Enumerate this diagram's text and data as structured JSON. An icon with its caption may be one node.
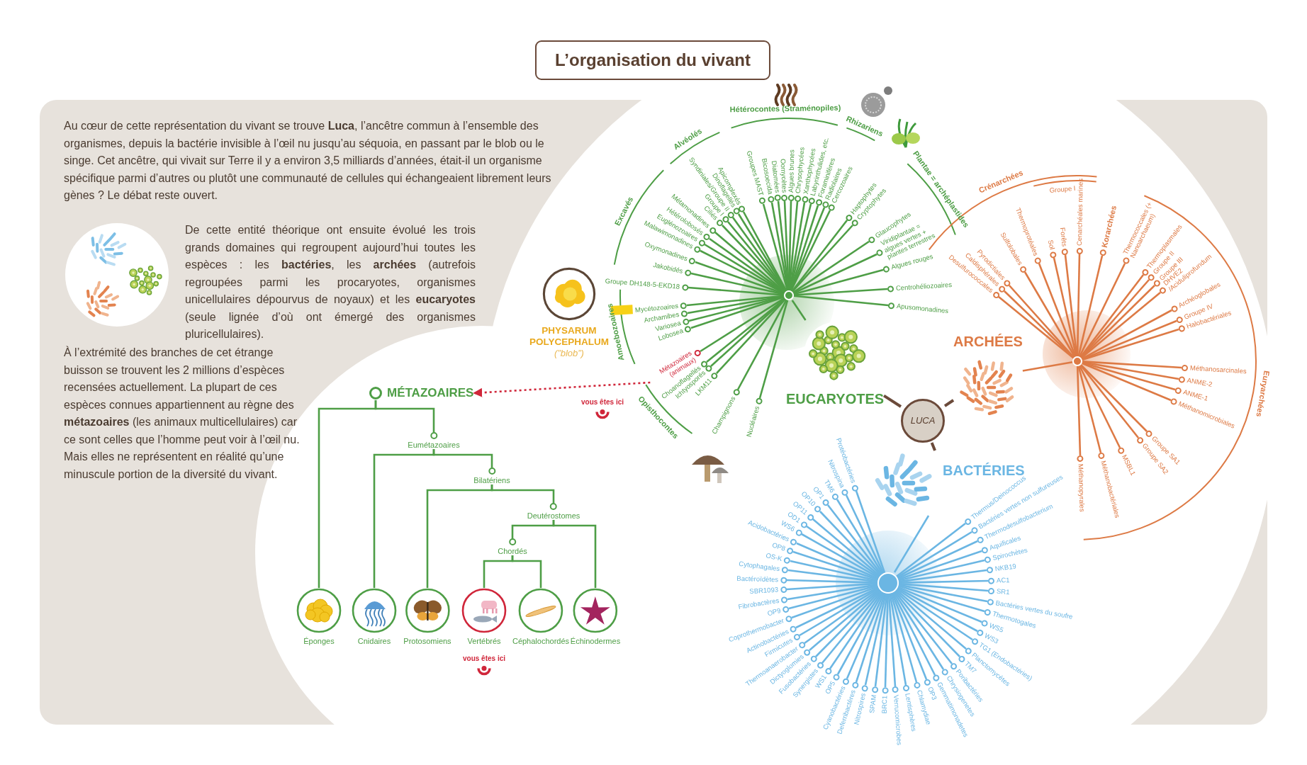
{
  "diagram": {
    "title": "L’organisation du vivant",
    "nodes": [
      {
        "text": [
          "MÉTAZOAIRES"
        ]
      },
      {
        "text": [
          "Eumétazoaires"
        ]
      },
      {
        "text": [
          "Bilatériens"
        ]
      },
      {
        "text": [
          "Deutérostomes"
        ]
      },
      {
        "text": [
          "Chordés"
        ]
      },
      {
        "text": [
          "Éponges"
        ]
      },
      {
        "text": [
          "Cnidaires"
        ]
      },
      {
        "text": [
          "Protosomiens"
        ]
      },
      {
        "text": [
          "Vertébrés"
        ]
      },
      {
        "text": [
          "Céphalochordés"
        ]
      },
      {
        "text": [
          "Échinodermes"
        ]
      },
      {
        "text": [
          "PHYSARUM POLYCEPHALUM",
          "(”blob”)"
        ]
      },
      {
        "text": [],
        "shape": "circle"
      },
      {
        "text": [
          "Groupe DH148-5-EKD18"
        ]
      },
      {
        "text": [
          "Jakobidés"
        ]
      },
      {
        "text": [
          "Oxymonadines"
        ]
      },
      {
        "text": [
          "Malawimonadines"
        ]
      },
      {
        "text": [
          "Euglénozoaires"
        ]
      },
      {
        "text": [
          "Hétérolobosés"
        ]
      },
      {
        "text": [
          "Métamonadines"
        ]
      },
      {
        "text": [
          "Ciliés"
        ]
      },
      {
        "text": [
          "Groupe I"
        ]
      },
      {
        "text": [
          "Syndiniales/Groupe II"
        ]
      },
      {
        "text": [
          "Dinoflagellés"
        ]
      },
      {
        "text": [
          "Apicomplexés"
        ]
      },
      {
        "text": [
          "Groupes MAST"
        ]
      },
      {
        "text": [
          "Bicosoecida"
        ]
      },
      {
        "text": [
          "Diatomées"
        ]
      },
      {
        "text": [
          "Oomycètes"
        ]
      },
      {
        "text": [
          "Algues brunes"
        ]
      },
      {
        "text": [
          "Chrysophycées"
        ]
      },
      {
        "text": [
          "Xanthophycées"
        ]
      },
      {
        "text": [
          "Labyrinthulides, etc."
        ]
      },
      {
        "text": [
          "Foraminifères"
        ]
      },
      {
        "text": [
          "Radiolaires"
        ]
      },
      {
        "text": [
          "Cercozoaires"
        ]
      },
      {
        "text": [
          "Haptophytes"
        ]
      },
      {
        "text": [
          "Cryptophytes"
        ]
      },
      {
        "text": [
          "Glaucophytes"
        ]
      },
      {
        "text": [
          "Viridiplantae = algues vertes + plantes terrestres"
        ]
      },
      {
        "text": [
          "Algues rouges"
        ]
      },
      {
        "text": [
          "Centrohéliozoaires"
        ]
      },
      {
        "text": [
          "Apusomonadines"
        ]
      },
      {
        "text": [
          "Mycétozoaires"
        ]
      },
      {
        "text": [
          "Archamibes"
        ]
      },
      {
        "text": [
          "Variosea"
        ]
      },
      {
        "text": [
          "Lobosea"
        ]
      },
      {
        "text": [
          "Métazoaires (animaux)"
        ]
      },
      {
        "text": [
          "Choanoflagellés"
        ]
      },
      {
        "text": [
          "Ichtyosporés"
        ]
      },
      {
        "text": [
          "LKM11"
        ]
      },
      {
        "text": [
          "Champignons"
        ]
      },
      {
        "text": [
          "Nucléaires"
        ]
      },
      {
        "text": [
          "EUCARYOTES"
        ]
      },
      {
        "text": [
          "LUCA"
        ]
      },
      {
        "text": [
          "ARCHÉES"
        ]
      },
      {
        "text": [],
        "shape": "circle"
      },
      {
        "text": [
          "Desulfurococcales"
        ]
      },
      {
        "text": [
          "Caldisphérales"
        ]
      },
      {
        "text": [
          "Pyrodictiales"
        ]
      },
      {
        "text": [
          "Sulfolobales"
        ]
      },
      {
        "text": [
          "Thermoprotéales"
        ]
      },
      {
        "text": [
          "Sol"
        ]
      },
      {
        "text": [
          "Forêts"
        ]
      },
      {
        "text": [
          "Cenarchéales marines"
        ]
      },
      {
        "text": [
          "Korarchées"
        ]
      },
      {
        "text": [
          "Thermococcales (+ Nanoarchaeum)"
        ]
      },
      {
        "text": [
          "Thermoplasmales"
        ]
      },
      {
        "text": [
          "Groupe II"
        ]
      },
      {
        "text": [
          "Groupe III"
        ]
      },
      {
        "text": [
          "DHVE2 /Aciduliprofundum"
        ]
      },
      {
        "text": [
          "Archéoglobales"
        ]
      },
      {
        "text": [
          "Groupe IV"
        ]
      },
      {
        "text": [
          "Halobactériales"
        ]
      },
      {
        "text": [
          "Méthanosarcinales"
        ]
      },
      {
        "text": [
          "ANME-2"
        ]
      },
      {
        "text": [
          "ANME-1"
        ]
      },
      {
        "text": [
          "Méthanomicrobiales"
        ]
      },
      {
        "text": [
          "Groupe SA1"
        ]
      },
      {
        "text": [
          "Groupe SA2"
        ]
      },
      {
        "text": [
          "MSBL1"
        ]
      },
      {
        "text": [
          "Méthanobactériales"
        ]
      },
      {
        "text": [
          "Méthanopyrales"
        ]
      },
      {
        "text": [
          "BACTÉRIES"
        ]
      },
      {
        "text": [],
        "shape": "circle"
      },
      {
        "text": [
          "Protéobactéries"
        ]
      },
      {
        "text": [
          "Nitrospina"
        ]
      },
      {
        "text": [
          "TM6"
        ]
      },
      {
        "text": [
          "OP1"
        ]
      },
      {
        "text": [
          "OP10"
        ]
      },
      {
        "text": [
          "OP11"
        ]
      },
      {
        "text": [
          "OD1"
        ]
      },
      {
        "text": [
          "WS6"
        ]
      },
      {
        "text": [
          "Acidobactéries"
        ]
      },
      {
        "text": [
          "OP8"
        ]
      },
      {
        "text": [
          "OS-K"
        ]
      },
      {
        "text": [
          "Cytophagales"
        ]
      },
      {
        "text": [
          "Bactéroïdètes"
        ]
      },
      {
        "text": [
          "SBR1093"
        ]
      },
      {
        "text": [
          "Fibrobactères"
        ]
      },
      {
        "text": [
          "OP9"
        ]
      },
      {
        "text": [
          "Coprothermobacter"
        ]
      },
      {
        "text": [
          "Actinobactéries"
        ]
      },
      {
        "text": [
          "Firmicutes"
        ]
      },
      {
        "text": [
          "Thermoanaerobacter"
        ]
      },
      {
        "text": [
          "Dictyoglomies"
        ]
      },
      {
        "text": [
          "Fusobactéries"
        ]
      },
      {
        "text": [
          "Synergistes"
        ]
      },
      {
        "text": [
          "WS1"
        ]
      },
      {
        "text": [
          "OP5"
        ]
      },
      {
        "text": [
          "Cyanobactéries"
        ]
      },
      {
        "text": [
          "Deferribactères"
        ]
      },
      {
        "text": [
          "Nitrospires"
        ]
      },
      {
        "text": [
          "SPAM"
        ]
      },
      {
        "text": [
          "BRC1"
        ]
      },
      {
        "text": [
          "Verrucomicrobes"
        ]
      },
      {
        "text": [
          "Lentisphères"
        ]
      },
      {
        "text": [
          "Chlamydiae"
        ]
      },
      {
        "text": [
          "OP3"
        ]
      },
      {
        "text": [
          "Gemmatimonadetes"
        ]
      },
      {
        "text": [
          "Chrysiogenetes"
        ]
      },
      {
        "text": [
          "Poribactéries"
        ]
      },
      {
        "text": [
          "TM7"
        ]
      },
      {
        "text": [
          "Planctomycètes"
        ]
      },
      {
        "text": [
          "TG1 (Endobactéries)"
        ]
      },
      {
        "text": [
          "WS3"
        ]
      },
      {
        "text": [
          "WS5"
        ]
      },
      {
        "text": [
          "Thermotogales"
        ]
      },
      {
        "text": [
          "Bactéries vertes du soufre"
        ]
      },
      {
        "text": [
          "SR1"
        ]
      },
      {
        "text": [
          "AC1"
        ]
      },
      {
        "text": [
          "NKB19"
        ]
      },
      {
        "text": [
          "Spirochètes"
        ]
      },
      {
        "text": [
          "Aquificales"
        ]
      },
      {
        "text": [
          "Thermodesulfobacterium"
        ]
      },
      {
        "text": [
          "Bactéries vertes non sulfureuses"
        ]
      },
      {
        "text": [
          "Thermus/Deinococcus"
        ]
      }
    ],
    "edges": [
      {
        "from": 0,
        "to": 5,
        "arrow": "none",
        "color": "#4e9e46"
      },
      {
        "from": 0,
        "to": 1,
        "arrow": "none",
        "color": "#4e9e46"
      },
      {
        "from": 1,
        "to": 6,
        "arrow": "none",
        "color": "#4e9e46"
      },
      {
        "from": 1,
        "to": 2,
        "arrow": "none",
        "color": "#4e9e46"
      },
      {
        "from": 2,
        "to": 7,
        "arrow": "none",
        "color": "#4e9e46"
      },
      {
        "from": 2,
        "to": 3,
        "arrow": "none",
        "color": "#4e9e46"
      },
      {
        "from": 3,
        "to": 4,
        "arrow": "none",
        "color": "#4e9e46"
      },
      {
        "from": 3,
        "to": 10,
        "arrow": "none",
        "color": "#4e9e46"
      },
      {
        "from": 4,
        "to": 8,
        "arrow": "none",
        "color": "#4e9e46"
      },
      {
        "from": 4,
        "to": 9,
        "arrow": "none",
        "color": "#4e9e46"
      },
      {
        "from": 11,
        "to": 43,
        "arrow": "none",
        "style": "thick",
        "color": "#f7d117"
      },
      {
        "from": 47,
        "to": 0,
        "arrow": "to",
        "style": "dashed",
        "color": "#d0263a"
      },
      {
        "from": 54,
        "to": 53,
        "arrow": "none",
        "color": "#6b4a3a"
      },
      {
        "from": 54,
        "to": 55,
        "arrow": "none",
        "color": "#6b4a3a"
      },
      {
        "from": 54,
        "to": 83,
        "arrow": "none",
        "color": "#6b4a3a"
      },
      {
        "from": 53,
        "to": 12,
        "arrow": "none",
        "color": "#4e9e46"
      },
      {
        "from": 12,
        "to": 13,
        "arrow": "none",
        "color": "#4e9e46"
      },
      {
        "from": 12,
        "to": 14,
        "arrow": "none",
        "color": "#4e9e46"
      },
      {
        "from": 12,
        "to": 15,
        "arrow": "none",
        "color": "#4e9e46"
      },
      {
        "from": 12,
        "to": 16,
        "arrow": "none",
        "color": "#4e9e46"
      },
      {
        "from": 12,
        "to": 17,
        "arrow": "none",
        "color": "#4e9e46"
      },
      {
        "from": 12,
        "to": 18,
        "arrow": "none",
        "color": "#4e9e46"
      },
      {
        "from": 12,
        "to": 19,
        "arrow": "none",
        "color": "#4e9e46"
      },
      {
        "from": 12,
        "to": 20,
        "arrow": "none",
        "color": "#4e9e46"
      },
      {
        "from": 12,
        "to": 21,
        "arrow": "none",
        "color": "#4e9e46"
      },
      {
        "from": 12,
        "to": 22,
        "arrow": "none",
        "color": "#4e9e46"
      },
      {
        "from": 12,
        "to": 23,
        "arrow": "none",
        "color": "#4e9e46"
      },
      {
        "from": 12,
        "to": 24,
        "arrow": "none",
        "color": "#4e9e46"
      },
      {
        "from": 12,
        "to": 25,
        "arrow": "none",
        "color": "#4e9e46"
      },
      {
        "from": 12,
        "to": 26,
        "arrow": "none",
        "color": "#4e9e46"
      },
      {
        "from": 12,
        "to": 27,
        "arrow": "none",
        "color": "#4e9e46"
      },
      {
        "from": 12,
        "to": 28,
        "arrow": "none",
        "color": "#4e9e46"
      },
      {
        "from": 12,
        "to": 29,
        "arrow": "none",
        "color": "#4e9e46"
      },
      {
        "from": 12,
        "to": 30,
        "arrow": "none",
        "color": "#4e9e46"
      },
      {
        "from": 12,
        "to": 31,
        "arrow": "none",
        "color": "#4e9e46"
      },
      {
        "from": 12,
        "to": 32,
        "arrow": "none",
        "color": "#4e9e46"
      },
      {
        "from": 12,
        "to": 33,
        "arrow": "none",
        "color": "#4e9e46"
      },
      {
        "from": 12,
        "to": 34,
        "arrow": "none",
        "color": "#4e9e46"
      },
      {
        "from": 12,
        "to": 35,
        "arrow": "none",
        "color": "#4e9e46"
      },
      {
        "from": 12,
        "to": 36,
        "arrow": "none",
        "color": "#4e9e46"
      },
      {
        "from": 12,
        "to": 37,
        "arrow": "none",
        "color": "#4e9e46"
      },
      {
        "from": 12,
        "to": 38,
        "arrow": "none",
        "color": "#4e9e46"
      },
      {
        "from": 12,
        "to": 39,
        "arrow": "none",
        "color": "#4e9e46"
      },
      {
        "from": 12,
        "to": 40,
        "arrow": "none",
        "color": "#4e9e46"
      },
      {
        "from": 12,
        "to": 41,
        "arrow": "none",
        "color": "#4e9e46"
      },
      {
        "from": 12,
        "to": 42,
        "arrow": "none",
        "color": "#4e9e46"
      },
      {
        "from": 12,
        "to": 43,
        "arrow": "none",
        "color": "#4e9e46"
      },
      {
        "from": 12,
        "to": 44,
        "arrow": "none",
        "color": "#4e9e46"
      },
      {
        "from": 12,
        "to": 45,
        "arrow": "none",
        "color": "#4e9e46"
      },
      {
        "from": 12,
        "to": 46,
        "arrow": "none",
        "color": "#4e9e46"
      },
      {
        "from": 12,
        "to": 47,
        "arrow": "none",
        "color": "#4e9e46"
      },
      {
        "from": 12,
        "to": 48,
        "arrow": "none",
        "color": "#4e9e46"
      },
      {
        "from": 12,
        "to": 49,
        "arrow": "none",
        "color": "#4e9e46"
      },
      {
        "from": 12,
        "to": 50,
        "arrow": "none",
        "color": "#4e9e46"
      },
      {
        "from": 12,
        "to": 51,
        "arrow": "none",
        "color": "#4e9e46"
      },
      {
        "from": 12,
        "to": 52,
        "arrow": "none",
        "color": "#4e9e46"
      },
      {
        "from": 55,
        "to": 56,
        "arrow": "none",
        "color": "#dd7a45"
      },
      {
        "from": 56,
        "to": 57,
        "arrow": "none",
        "color": "#dd7a45"
      },
      {
        "from": 56,
        "to": 58,
        "arrow": "none",
        "color": "#dd7a45"
      },
      {
        "from": 56,
        "to": 59,
        "arrow": "none",
        "color": "#dd7a45"
      },
      {
        "from": 56,
        "to": 60,
        "arrow": "none",
        "color": "#dd7a45"
      },
      {
        "from": 56,
        "to": 61,
        "arrow": "none",
        "color": "#dd7a45"
      },
      {
        "from": 56,
        "to": 62,
        "arrow": "none",
        "color": "#dd7a45"
      },
      {
        "from": 56,
        "to": 63,
        "arrow": "none",
        "color": "#dd7a45"
      },
      {
        "from": 56,
        "to": 64,
        "arrow": "none",
        "color": "#dd7a45"
      },
      {
        "from": 56,
        "to": 65,
        "arrow": "none",
        "color": "#dd7a45"
      },
      {
        "from": 56,
        "to": 66,
        "arrow": "none",
        "color": "#dd7a45"
      },
      {
        "from": 56,
        "to": 67,
        "arrow": "none",
        "color": "#dd7a45"
      },
      {
        "from": 56,
        "to": 68,
        "arrow": "none",
        "color": "#dd7a45"
      },
      {
        "from": 56,
        "to": 69,
        "arrow": "none",
        "color": "#dd7a45"
      },
      {
        "from": 56,
        "to": 70,
        "arrow": "none",
        "color": "#dd7a45"
      },
      {
        "from": 56,
        "to": 71,
        "arrow": "none",
        "color": "#dd7a45"
      },
      {
        "from": 56,
        "to": 72,
        "arrow": "none",
        "color": "#dd7a45"
      },
      {
        "from": 56,
        "to": 73,
        "arrow": "none",
        "color": "#dd7a45"
      },
      {
        "from": 56,
        "to": 74,
        "arrow": "none",
        "color": "#dd7a45"
      },
      {
        "from": 56,
        "to": 75,
        "arrow": "none",
        "color": "#dd7a45"
      },
      {
        "from": 56,
        "to": 76,
        "arrow": "none",
        "color": "#dd7a45"
      },
      {
        "from": 56,
        "to": 77,
        "arrow": "none",
        "color": "#dd7a45"
      },
      {
        "from": 56,
        "to": 78,
        "arrow": "none",
        "color": "#dd7a45"
      },
      {
        "from": 56,
        "to": 79,
        "arrow": "none",
        "color": "#dd7a45"
      },
      {
        "from": 56,
        "to": 80,
        "arrow": "none",
        "color": "#dd7a45"
      },
      {
        "from": 56,
        "to": 81,
        "arrow": "none",
        "color": "#dd7a45"
      },
      {
        "from": 56,
        "to": 82,
        "arrow": "none",
        "color": "#dd7a45"
      },
      {
        "from": 83,
        "to": 84,
        "arrow": "none"
      },
      {
        "from": 84,
        "to": 85,
        "arrow": "none"
      },
      {
        "from": 84,
        "to": 86,
        "arrow": "none"
      },
      {
        "from": 84,
        "to": 87,
        "arrow": "none"
      },
      {
        "from": 84,
        "to": 88,
        "arrow": "none"
      },
      {
        "from": 84,
        "to": 89,
        "arrow": "none"
      },
      {
        "from": 84,
        "to": 90,
        "arrow": "none"
      },
      {
        "from": 84,
        "to": 91,
        "arrow": "none"
      },
      {
        "from": 84,
        "to": 92,
        "arrow": "none"
      },
      {
        "from": 84,
        "to": 93,
        "arrow": "none"
      },
      {
        "from": 84,
        "to": 94,
        "arrow": "none"
      },
      {
        "from": 84,
        "to": 95,
        "arrow": "none"
      },
      {
        "from": 84,
        "to": 96,
        "arrow": "none"
      },
      {
        "from": 84,
        "to": 97,
        "arrow": "none"
      },
      {
        "from": 84,
        "to": 98,
        "arrow": "none"
      },
      {
        "from": 84,
        "to": 99,
        "arrow": "none"
      },
      {
        "from": 84,
        "to": 100,
        "arrow": "none"
      },
      {
        "from": 84,
        "to": 101,
        "arrow": "none"
      },
      {
        "from": 84,
        "to": 102,
        "arrow": "none"
      },
      {
        "from": 84,
        "to": 103,
        "arrow": "none"
      },
      {
        "from": 84,
        "to": 104,
        "arrow": "none"
      },
      {
        "from": 84,
        "to": 105,
        "arrow": "none"
      },
      {
        "from": 84,
        "to": 106,
        "arrow": "none"
      },
      {
        "from": 84,
        "to": 107,
        "arrow": "none"
      },
      {
        "from": 84,
        "to": 108,
        "arrow": "none"
      },
      {
        "from": 84,
        "to": 109,
        "arrow": "none"
      },
      {
        "from": 84,
        "to": 110,
        "arrow": "none"
      },
      {
        "from": 84,
        "to": 111,
        "arrow": "none"
      },
      {
        "from": 84,
        "to": 112,
        "arrow": "none"
      },
      {
        "from": 84,
        "to": 113,
        "arrow": "none"
      },
      {
        "from": 84,
        "to": 114,
        "arrow": "none"
      },
      {
        "from": 84,
        "to": 115,
        "arrow": "none"
      },
      {
        "from": 84,
        "to": 116,
        "arrow": "none"
      },
      {
        "from": 84,
        "to": 117,
        "arrow": "none"
      },
      {
        "from": 84,
        "to": 118,
        "arrow": "none"
      },
      {
        "from": 84,
        "to": 119,
        "arrow": "none"
      },
      {
        "from": 84,
        "to": 120,
        "arrow": "none"
      },
      {
        "from": 84,
        "to": 121,
        "arrow": "none"
      },
      {
        "from": 84,
        "to": 122,
        "arrow": "none"
      },
      {
        "from": 84,
        "to": 123,
        "arrow": "none"
      },
      {
        "from": 84,
        "to": 124,
        "arrow": "none"
      },
      {
        "from": 84,
        "to": 125,
        "arrow": "none"
      },
      {
        "from": 84,
        "to": 126,
        "arrow": "none"
      },
      {
        "from": 84,
        "to": 127,
        "arrow": "none"
      },
      {
        "from": 84,
        "to": 128,
        "arrow": "none"
      },
      {
        "from": 84,
        "to": 129,
        "arrow": "none"
      },
      {
        "from": 84,
        "to": 130,
        "arrow": "none"
      },
      {
        "from": 84,
        "to": 131,
        "arrow": "none"
      },
      {
        "from": 84,
        "to": 132,
        "arrow": "none"
      },
      {
        "from": 84,
        "to": 133,
        "arrow": "none"
      },
      {
        "from": 84,
        "to": 134,
        "arrow": "none"
      },
      {
        "from": 84,
        "to": 135,
        "arrow": "none"
      },
      {
        "from": 84,
        "to": 136,
        "arrow": "none"
      }
    ],
    "labels": [
      "Au cœur de cette représentation du vivant se trouve **Luca**, l’ancêtre commun à l’ensemble des organismes, depuis la bactérie invisible à l’œil nu jusqu’au séquoia, en passant par le blob ou le singe. Cet ancêtre, qui vivait sur Terre il y a environ 3,5 milliards d’années, était-il un organisme spécifique parmi d’autres ou plutôt une communauté de cellules qui échangeaient librement leurs gènes ? Le débat reste ouvert.",
      "De cette entité théorique ont ensuite évolué les trois grands domaines qui regroupent aujourd’hui toutes les espèces : les **bactéries**, les **archées** (autrefois regroupées parmi les procaryotes, organismes unicellulaires dépourvus de noyaux) et les **eucaryotes** (seule lignée d’où ont émergé des organismes pluricellulaires).",
      "À l’extrémité des branches de cet étrange buisson se trouvent les 2 millions d’espèces recensées actuellement. La plupart de ces espèces connues appartiennent au règne des **métazoaires** (les animaux multicellulaires) car ce sont celles que l’homme peut voir à l’œil nu. Mais elles ne représentent en réalité qu’une minuscule portion de la diversité du vivant.",
      "Excavés",
      "Alvéolés",
      "Hétérocontes (Straménopiles)",
      "Rhizariens",
      "Plantae = archéplastides",
      "Amoebozoaires",
      "vous êtes ici",
      "Opisthocontes",
      "Crénarchées",
      "Groupe I",
      "Euryarchées",
      "vous êtes ici"
    ]
  }
}
